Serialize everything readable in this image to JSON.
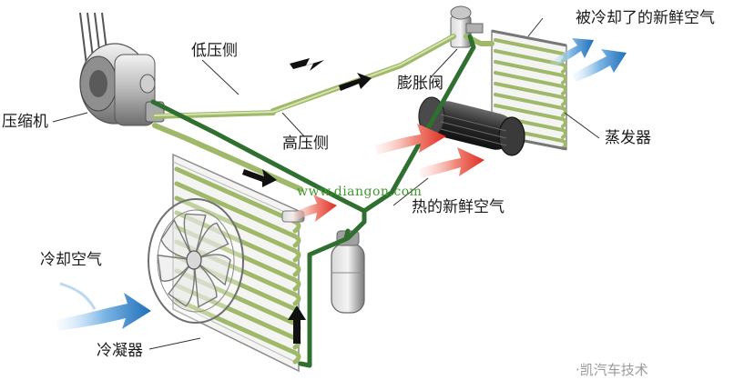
{
  "labels": {
    "cooled_fresh_air": "被冷却了的新鲜空气",
    "low_pressure_side": "低压侧",
    "expansion_valve": "膨胀阀",
    "compressor": "压缩机",
    "high_pressure_side": "高压侧",
    "evaporator": "蒸发器",
    "hot_fresh_air": "热的新鲜空气",
    "cooling_air": "冷却空气",
    "condenser": "冷凝器"
  },
  "watermark": "www.diangon.com",
  "brand": "·凯汽车技术",
  "colors": {
    "low_pressure_pipe": "#9fb86a",
    "high_pressure_pipe": "#2f6f2f",
    "cool_air": "#3a86c8",
    "hot_air": "#e8453a",
    "flow_arrow": "#111111"
  }
}
